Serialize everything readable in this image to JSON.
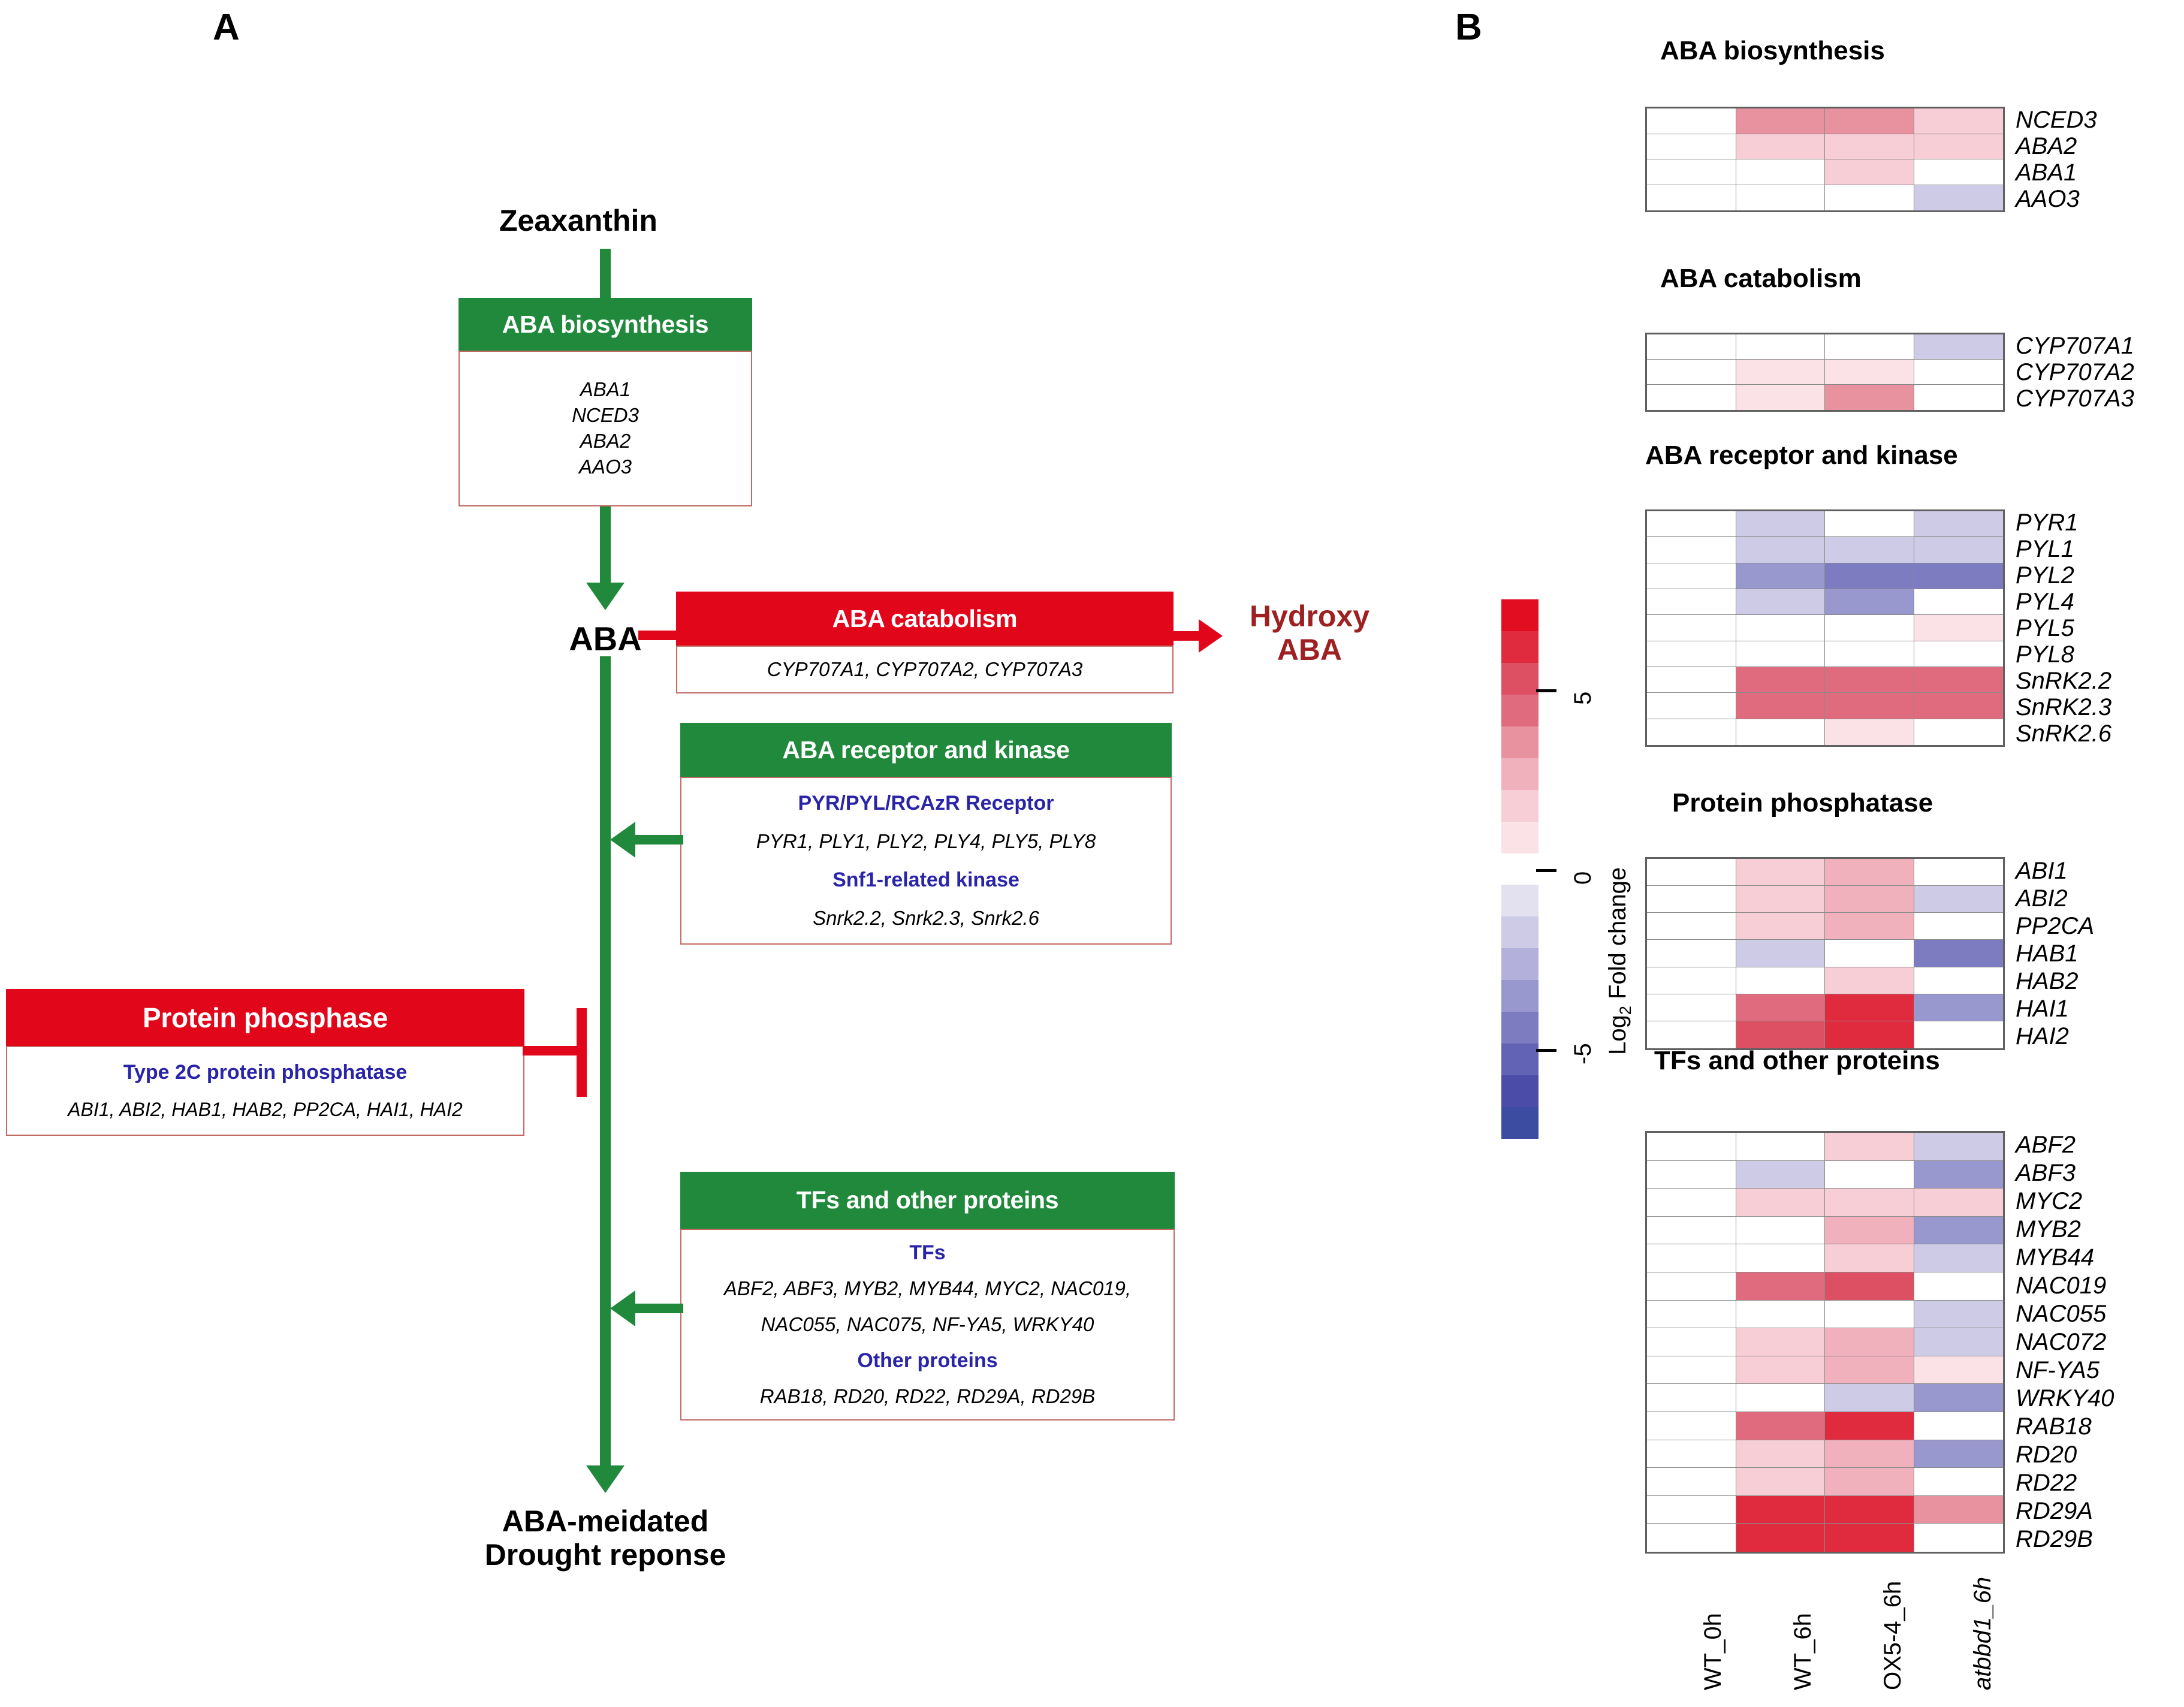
{
  "panels": {
    "a_letter": "A",
    "b_letter": "B"
  },
  "panel_a": {
    "top_label": "Zeaxanthin",
    "aba_label": "ABA",
    "hydroxy_label": "Hydroxy\nABA",
    "bottom_label": "ABA-meidated\nDrought reponse",
    "boxes": [
      {
        "title": "ABA biosynthesis",
        "head_color": "#21893C",
        "genes": [
          "ABA1",
          "NCED3",
          "ABA2",
          "AAO3"
        ]
      },
      {
        "title": "ABA catabolism",
        "head_color": "#E2061A",
        "genes": [
          "CYP707A1, CYP707A2, CYP707A3"
        ]
      },
      {
        "title": "ABA receptor and kinase",
        "head_color": "#21893C",
        "sub1": "PYR/PYL/RCAzR Receptor",
        "genes1": "PYR1, PLY1, PLY2, PLY4, PLY5, PLY8",
        "sub2": "Snf1-related kinase",
        "genes2": "Snrk2.2, Snrk2.3, Snrk2.6"
      },
      {
        "title": "Protein phosphase",
        "head_color": "#E2061A",
        "sub1": "Type 2C protein phosphatase",
        "genes1": "ABI1, ABI2, HAB1, HAB2, PP2CA, HAI1, HAI2"
      },
      {
        "title": "TFs and other proteins",
        "head_color": "#21893C",
        "sub1": "TFs",
        "genes1": "ABF2, ABF3, MYB2, MYB44, MYC2, NAC019,",
        "genes1b": "NAC055, NAC075, NF-YA5, WRKY40",
        "sub2": "Other proteins",
        "genes2": "RAB18, RD20, RD22, RD29A, RD29B"
      }
    ]
  },
  "panel_b": {
    "columns": [
      "WT_0h",
      "WT_6h",
      "OX5-4_6h",
      "atbbd1_6h"
    ],
    "column_italic": [
      false,
      false,
      false,
      true
    ],
    "colorbar": {
      "axis_label_pre": "Log",
      "axis_label_sub": "2",
      "axis_label_post": " Fold change",
      "ticks": [
        "5",
        "0",
        "-5"
      ],
      "tick_values": [
        5,
        0,
        -5
      ],
      "vmin": -7.5,
      "vmax": 7.5,
      "pos_color": "#E20D21",
      "neg_color": "#3C4CA0"
    }
  },
  "chart_data": [
    {
      "type": "heatmap",
      "title": "ABA biosynthesis",
      "columns": [
        "WT_0h",
        "WT_6h",
        "OX5-4_6h",
        "atbbd1_6h"
      ],
      "rows": [
        "NCED3",
        "ABA2",
        "ABA1",
        "AAO3"
      ],
      "zlabel": "Log2 Fold change",
      "zlim": [
        -7.5,
        7.5
      ],
      "values": [
        [
          0,
          4.2,
          4.2,
          1.5
        ],
        [
          0,
          1.5,
          1.5,
          1.5
        ],
        [
          0,
          0,
          1.5,
          0
        ],
        [
          0,
          0,
          0,
          -1.6
        ]
      ]
    },
    {
      "type": "heatmap",
      "title": "ABA catabolism",
      "columns": [
        "WT_0h",
        "WT_6h",
        "OX5-4_6h",
        "atbbd1_6h"
      ],
      "rows": [
        "CYP707A1",
        "CYP707A2",
        "CYP707A3"
      ],
      "zlabel": "Log2 Fold change",
      "zlim": [
        -7.5,
        7.5
      ],
      "values": [
        [
          0,
          0,
          0,
          -1.6
        ],
        [
          0,
          1.4,
          1.4,
          0
        ],
        [
          0,
          1.4,
          4.2,
          0
        ]
      ]
    },
    {
      "type": "heatmap",
      "title": "ABA receptor and kinase",
      "columns": [
        "WT_0h",
        "WT_6h",
        "OX5-4_6h",
        "atbbd1_6h"
      ],
      "rows": [
        "PYR1",
        "PYL1",
        "PYL2",
        "PYL4",
        "PYL5",
        "PYL8",
        "SnRK2.2",
        "SnRK2.3",
        "SnRK2.6"
      ],
      "zlabel": "Log2 Fold change",
      "zlim": [
        -7.5,
        7.5
      ],
      "values": [
        [
          0,
          -1.7,
          0,
          -1.7
        ],
        [
          0,
          -1.7,
          -1.7,
          -1.7
        ],
        [
          0,
          -3.3,
          -4.5,
          -4.5
        ],
        [
          0,
          -1.7,
          -3.3,
          0
        ],
        [
          0,
          0,
          0,
          1.4
        ],
        [
          0,
          0,
          0,
          0
        ],
        [
          0,
          4.3,
          4.3,
          4.3
        ],
        [
          0,
          4.3,
          4.3,
          4.3
        ],
        [
          0,
          0,
          1.4,
          0
        ]
      ]
    },
    {
      "type": "heatmap",
      "title": "Protein phosphatase",
      "columns": [
        "WT_0h",
        "WT_6h",
        "OX5-4_6h",
        "atbbd1_6h"
      ],
      "rows": [
        "ABI1",
        "ABI2",
        "PP2CA",
        "HAB1",
        "HAB2",
        "HAI1",
        "HAI2"
      ],
      "zlabel": "Log2 Fold change",
      "zlim": [
        -7.5,
        7.5
      ],
      "values": [
        [
          0,
          1.5,
          3.0,
          0
        ],
        [
          0,
          1.5,
          3.0,
          -1.7
        ],
        [
          0,
          1.5,
          3.0,
          0
        ],
        [
          0,
          -1.7,
          0,
          -4.5
        ],
        [
          0,
          0,
          1.5,
          0
        ],
        [
          0,
          4.5,
          6.2,
          -3.3
        ],
        [
          0,
          5.5,
          6.8,
          0
        ]
      ]
    },
    {
      "type": "heatmap",
      "title": "TFs and other proteins",
      "columns": [
        "WT_0h",
        "WT_6h",
        "OX5-4_6h",
        "atbbd1_6h"
      ],
      "rows": [
        "ABF2",
        "ABF3",
        "MYC2",
        "MYB2",
        "MYB44",
        "NAC019",
        "NAC055",
        "NAC072",
        "NF-YA5",
        "WRKY40",
        "RAB18",
        "RD20",
        "RD22",
        "RD29A",
        "RD29B"
      ],
      "zlabel": "Log2 Fold change",
      "zlim": [
        -7.5,
        7.5
      ],
      "values": [
        [
          0,
          0,
          1.6,
          -1.7
        ],
        [
          0,
          -1.7,
          0,
          -3.3
        ],
        [
          0,
          1.5,
          1.5,
          1.5
        ],
        [
          0,
          0,
          3.2,
          -3.3
        ],
        [
          0,
          0,
          1.5,
          -1.7
        ],
        [
          0,
          4.3,
          5.7,
          0
        ],
        [
          0,
          0,
          0,
          -1.7
        ],
        [
          0,
          1.5,
          3.2,
          -1.7
        ],
        [
          0,
          1.5,
          3.2,
          1.4
        ],
        [
          0,
          0,
          -1.7,
          -3.3
        ],
        [
          0,
          4.3,
          6.8,
          0
        ],
        [
          0,
          1.5,
          3.2,
          -3.3
        ],
        [
          0,
          1.5,
          3.0,
          0
        ],
        [
          0,
          6.2,
          6.2,
          3.6
        ],
        [
          0,
          6.5,
          6.8,
          0
        ]
      ]
    }
  ]
}
